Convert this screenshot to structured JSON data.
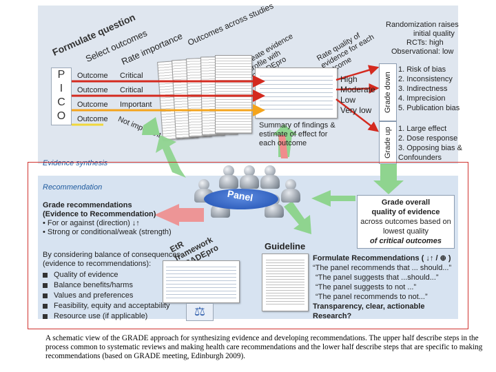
{
  "top": {
    "formulate_question": "Formulate question",
    "select_outcomes": "Select outcomes",
    "rate_importance": "Rate importance",
    "outcomes_across_studies": "Outcomes across studies",
    "create_profile": "Create evidence profile with GRADEpro",
    "rate_quality": "Rate quality of evidence for each outcome",
    "pico": [
      "P",
      "I",
      "C",
      "O"
    ],
    "outcome_rows": [
      {
        "outcome": "Outcome",
        "importance": "Critical"
      },
      {
        "outcome": "Outcome",
        "importance": "Critical"
      },
      {
        "outcome": "Outcome",
        "importance": "Important"
      },
      {
        "outcome": "Outcome",
        "importance": "Not important"
      }
    ],
    "quality_levels": [
      "High",
      "Moderate",
      "Low",
      "Very low"
    ],
    "summary_findings": "Summary of findings & estimate of effect for each outcome",
    "evidence_synthesis": "Evidence synthesis",
    "randomization": [
      "Randomization raises",
      "initial quality",
      "RCTs: high",
      "Observational: low"
    ],
    "grade_down_label": "Grade down",
    "grade_up_label": "Grade up",
    "grade_down_items": [
      "1.  Risk of bias",
      "2.  Inconsistency",
      "3.  Indirectness",
      "4.  Imprecision",
      "5.  Publication bias"
    ],
    "grade_up_items": [
      "1.  Large effect",
      "2.  Dose response",
      "3.  Opposing bias &",
      "     Confounders"
    ]
  },
  "bottom": {
    "recommendation": "Recommendation",
    "grade_recs_title_1": "Grade recommendations",
    "grade_recs_title_2": "(Evidence to Recommendation)",
    "grade_recs_items": [
      "• For or against (direction) ↓↑",
      "• Strong or conditional/weak (strength)"
    ],
    "balance_intro_1": "By considering balance of consequences",
    "balance_intro_2": "(evidence to recommendations):",
    "balance_items": [
      "Quality of evidence",
      "Balance benefits/harms",
      "Values and preferences",
      "Feasibility, equity and acceptability",
      "Resource use (if applicable)"
    ],
    "panel": "Panel",
    "etr_framework": "EtR framework GRADEpro",
    "guideline": "Guideline",
    "grade_overall": [
      "Grade overall",
      "quality of evidence",
      "across outcomes based on",
      "lowest quality",
      "of critical outcomes"
    ],
    "formulate_recs_title": "Formulate Recommendations ( ↓↑ / ⊕ )",
    "formulate_recs_items": [
      "“The panel recommends that ... should...”",
      "“The panel suggests that ...should...”",
      "“The panel suggests to not ...”",
      "“The panel recommends to not...”"
    ],
    "transparency": [
      "Transparency, clear, actionable",
      "Research?"
    ]
  },
  "caption": "A schematic view of the GRADE approach for synthesizing evidence and developing recommendations. The upper half describe steps in the process common to systematic reviews and making health care recommendations and the lower half describe steps that are specific to making recommendations (based on GRADE meeting, Edinburgh 2009).",
  "colors": {
    "critical_arrow": "#d42a1f",
    "important_arrow": "#f4a41c",
    "not_important_arrow": "#f0d73a",
    "green_arrow": "#8fd48f",
    "pink_arrow": "#f08c8c",
    "panel_blue": "#1f4fb0",
    "frame_red": "#d0312d"
  }
}
